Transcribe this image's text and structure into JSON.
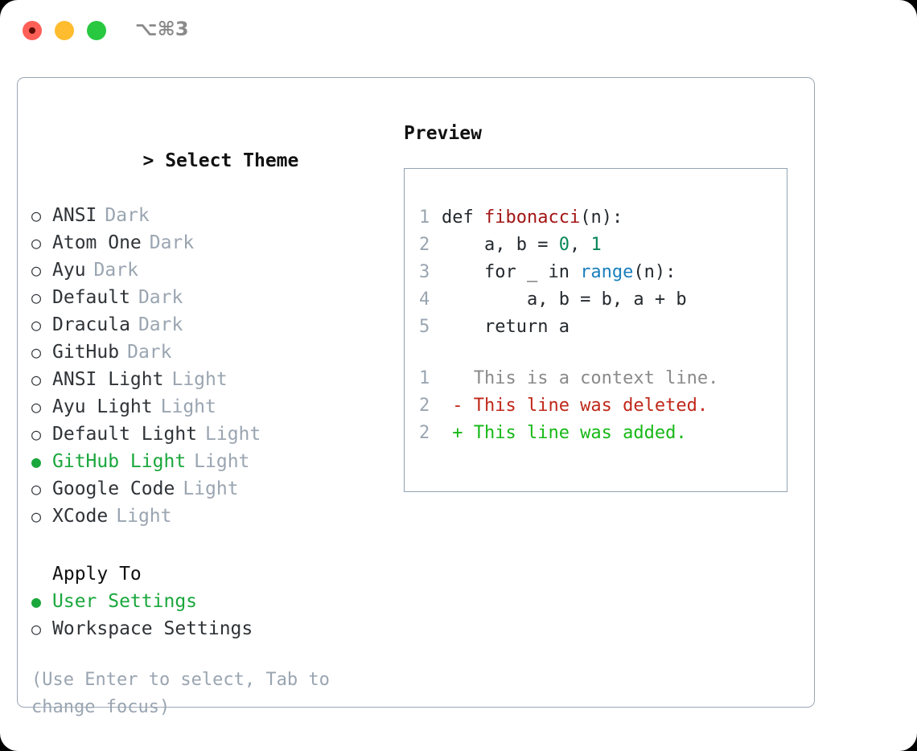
{
  "titlebar": {
    "shortcut": "⌥⌘3",
    "lights": [
      "close",
      "minimize",
      "maximize"
    ]
  },
  "theme_picker": {
    "focus_marker": ">",
    "title": "Select Theme",
    "marker_selected": "●",
    "marker_unselected": "○",
    "items": [
      {
        "name": "ANSI",
        "variant": "Dark",
        "selected": false
      },
      {
        "name": "Atom One",
        "variant": "Dark",
        "selected": false
      },
      {
        "name": "Ayu",
        "variant": "Dark",
        "selected": false
      },
      {
        "name": "Default",
        "variant": "Dark",
        "selected": false
      },
      {
        "name": "Dracula",
        "variant": "Dark",
        "selected": false
      },
      {
        "name": "GitHub",
        "variant": "Dark",
        "selected": false
      },
      {
        "name": "ANSI Light",
        "variant": "Light",
        "selected": false
      },
      {
        "name": "Ayu Light",
        "variant": "Light",
        "selected": false
      },
      {
        "name": "Default Light",
        "variant": "Light",
        "selected": false
      },
      {
        "name": "GitHub Light",
        "variant": "Light",
        "selected": true
      },
      {
        "name": "Google Code",
        "variant": "Light",
        "selected": false
      },
      {
        "name": "XCode",
        "variant": "Light",
        "selected": false
      }
    ]
  },
  "apply_to": {
    "title": "Apply To",
    "items": [
      {
        "name": "User Settings",
        "selected": true
      },
      {
        "name": "Workspace Settings",
        "selected": false
      }
    ]
  },
  "hint": "(Use Enter to select, Tab to change focus)",
  "preview": {
    "title": "Preview",
    "code_lines": [
      {
        "no": "1",
        "segments": [
          {
            "t": "def ",
            "c": "plain"
          },
          {
            "t": "fibonacci",
            "c": "func"
          },
          {
            "t": "(n):",
            "c": "plain"
          }
        ]
      },
      {
        "no": "2",
        "segments": [
          {
            "t": "    a, b = ",
            "c": "plain"
          },
          {
            "t": "0",
            "c": "num"
          },
          {
            "t": ", ",
            "c": "plain"
          },
          {
            "t": "1",
            "c": "num"
          }
        ]
      },
      {
        "no": "3",
        "segments": [
          {
            "t": "    for _ in ",
            "c": "plain"
          },
          {
            "t": "range",
            "c": "call"
          },
          {
            "t": "(n):",
            "c": "plain"
          }
        ]
      },
      {
        "no": "4",
        "segments": [
          {
            "t": "        a, b = b, a + b",
            "c": "plain"
          }
        ]
      },
      {
        "no": "5",
        "segments": [
          {
            "t": "    return a",
            "c": "plain"
          }
        ]
      }
    ],
    "diff_lines": [
      {
        "no": "1",
        "prefix": "  ",
        "text": "This is a context line.",
        "kind": "context"
      },
      {
        "no": "2",
        "prefix": "- ",
        "text": "This line was deleted.",
        "kind": "del"
      },
      {
        "no": "2",
        "prefix": "+ ",
        "text": "This line was added.",
        "kind": "add"
      }
    ]
  },
  "colors": {
    "accent_green": "#1aa73c",
    "muted_gray": "#9aa5b1",
    "border": "#94a3b3",
    "diff_add": "#16b816",
    "diff_del": "#c0271a",
    "token_function": "#a31515",
    "token_number": "#098658",
    "token_call": "#1a7fbd"
  }
}
